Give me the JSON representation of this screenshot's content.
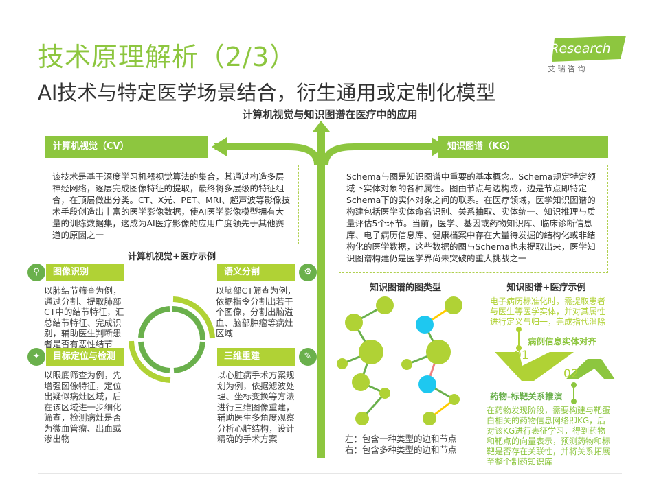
{
  "title": "技术原理解析（2/3）",
  "subtitle": "AI技术与特定医学场景结合，衍生通用或定制化模型",
  "logo": {
    "brand": "iResearch",
    "cn": "艾 瑞 咨 询"
  },
  "center_heading": "计算机视觉与知识图谱在医疗中的应用",
  "colors": {
    "green": "#8dc63f",
    "dark_green": "#6ab04c",
    "lime": "#b0d235",
    "cyan": "#1ec8f0",
    "yellow": "#ffcc00",
    "pink": "#f08080"
  },
  "cv": {
    "label": "计算机视觉（CV）",
    "description": "该技术是基于深度学习机器视觉算法的集合，其通过构造多层神经网络，逐层完成图像特征的提取，最终将多层级的特征组合，在顶层做出分类。CT、X光、PET、MRI、超声波等影像技术手段创造出丰富的医学影像数据，使AI医学影像模型拥有大量的训练数据集，这成为AI医疗影像的应用广度领先于其他赛道的原因之一",
    "examples_heading": "计算机视觉+医疗示例",
    "examples": [
      {
        "title": "图像识别",
        "icon": "search-icon",
        "text": "以肺结节筛查为例，通过分割、提取肺部CT中的结节特征，汇总结节特征、完成识别，辅助医生判断患者是否有恶性结节"
      },
      {
        "title": "语义分割",
        "icon": "gear-icon",
        "text": "以脑部CT筛查为例，依据指令分割出若干个图像，分割出脑溢血、脑部肿瘤等病灶区域"
      },
      {
        "title": "目标定位与检测",
        "icon": "lightbulb-icon",
        "text": "以眼底筛查为例，先增强图像特征，定位出疑似病灶区域，后在该区域进一步细化筛查，检测病灶是否为微血管瘤、出血或渗出物"
      },
      {
        "title": "三维重建",
        "icon": "pencil-icon",
        "text": "以心脏病手术方案规划为例，依据滤波处理、坐标变换等方法进行三维图像重建，辅助医生多角度观察分析心脏结构，设计精确的手术方案"
      }
    ]
  },
  "kg": {
    "label": "知识图谱（KG）",
    "description": "Schema与图是知识图谱中重要的基本概念。Schema规定特定领域下实体对象的各种属性。图由节点与边构成，边是节点即特定Schema下的实体对象之间的联系。在医疗领域，医学知识图谱的构建包括医学实体命名识别、关系抽取、实体统一、知识推理与质量评估5个环节。当前，医学、基因或药物知识库、临床诊断信息库、电子病历信息库、健康档案中存在大量待发掘的结构化或非结构化的医学数据，这些数据的图与Schema也未提取出来，医学知识图谱构建仍是医学界尚未突破的重大挑战之一",
    "graph_types_heading": "知识图谱的图类型",
    "graph_caption_left": "左：包含一种类型的边和节点",
    "graph_caption_right": "右：包含多种类型的边和节点",
    "examples_heading": "知识图谱+医疗示例",
    "example1": {
      "number": "01",
      "title": "病例信息实体对齐",
      "text": "电子病历标准化时，需提取患者与医生等医学实体，并对其属性进行定义与归一，完成指代消除"
    },
    "example2": {
      "number": "02",
      "title": "药物-标靶关系推演",
      "text": "在药物发现阶段，需要构建与靶蛋白相关的药物信息网络即KG，后对该KG进行表征学习，得到药物和靶点的向量表示，预测药物和标靶是否存在关联性，并将关系拓展至整个制药知识库"
    }
  }
}
